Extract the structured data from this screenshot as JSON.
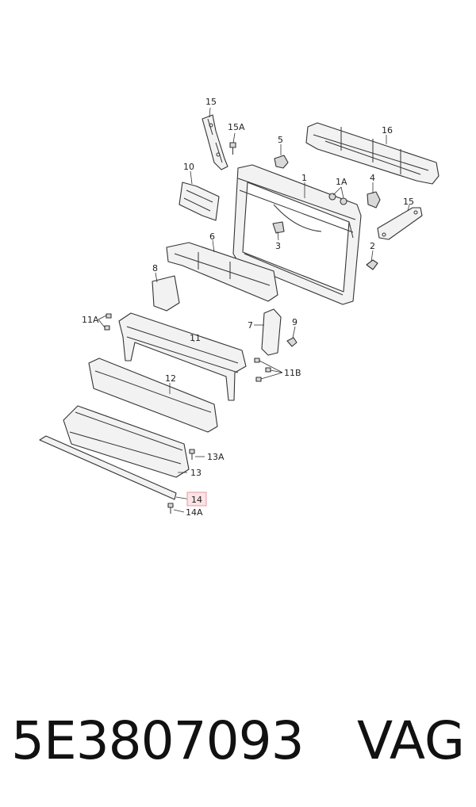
{
  "labels": {
    "l1": "1",
    "l1a": "1A",
    "l2": "2",
    "l3": "3",
    "l4": "4",
    "l5": "5",
    "l6": "6",
    "l7": "7",
    "l8": "8",
    "l9": "9",
    "l10": "10",
    "l11": "11",
    "l11a": "11A",
    "l11b": "11B",
    "l12": "12",
    "l13": "13",
    "l13a": "13A",
    "l14": "14",
    "l14a": "14A",
    "l15_top": "15",
    "l15_right": "15",
    "l15a": "15A",
    "l16": "16"
  },
  "highlighted_part": "14",
  "footer": {
    "part_number": "5E3807093",
    "brand": "VAG"
  },
  "colors": {
    "highlight_fill": "#fbe3e6",
    "highlight_stroke": "#e59aa6"
  }
}
